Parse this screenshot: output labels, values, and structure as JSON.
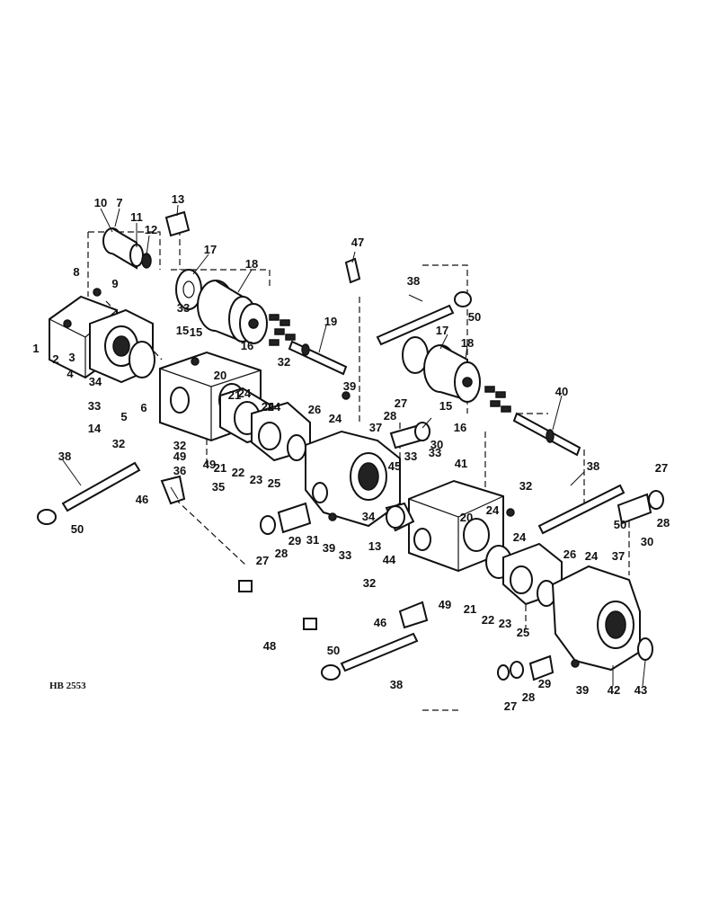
{
  "drawing_ref": "HB 2553",
  "callouts": [
    "1",
    "2",
    "3",
    "4",
    "5",
    "6",
    "7",
    "8",
    "9",
    "10",
    "11",
    "12",
    "13",
    "14",
    "15",
    "16",
    "17",
    "18",
    "19",
    "20",
    "21",
    "22",
    "23",
    "24",
    "25",
    "26",
    "27",
    "28",
    "29",
    "30",
    "31",
    "32",
    "33",
    "34",
    "35",
    "36",
    "37",
    "38",
    "39",
    "40",
    "41",
    "42",
    "43",
    "44",
    "45",
    "46",
    "47",
    "48",
    "49",
    "50"
  ]
}
